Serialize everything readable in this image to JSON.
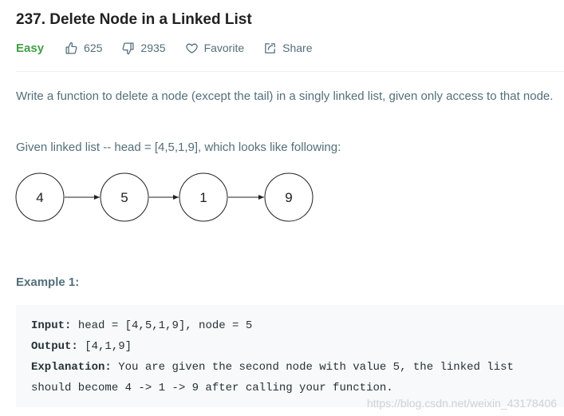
{
  "problem": {
    "title": "237. Delete Node in a Linked List",
    "difficulty": "Easy",
    "likes": "625",
    "dislikes": "2935",
    "favorite_label": "Favorite",
    "share_label": "Share",
    "difficulty_color": "#43a047"
  },
  "description": {
    "paragraph1": "Write a function to delete a node (except the tail) in a singly linked list, given only access to that node.",
    "paragraph2": "Given linked list -- head = [4,5,1,9], which looks like following:"
  },
  "diagram": {
    "nodes": [
      "4",
      "5",
      "1",
      "9"
    ]
  },
  "example": {
    "heading": "Example 1:",
    "input_label": "Input:",
    "input_value": " head = [4,5,1,9], node = 5",
    "output_label": "Output:",
    "output_value": " [4,1,9]",
    "explanation_label": "Explanation:",
    "explanation_value": " You are given the second node with value 5, the linked list",
    "explanation_cont": "should become 4 -> 1 -> 9 after calling your function."
  },
  "watermark": "https://blog.csdn.net/weixin_43178406"
}
